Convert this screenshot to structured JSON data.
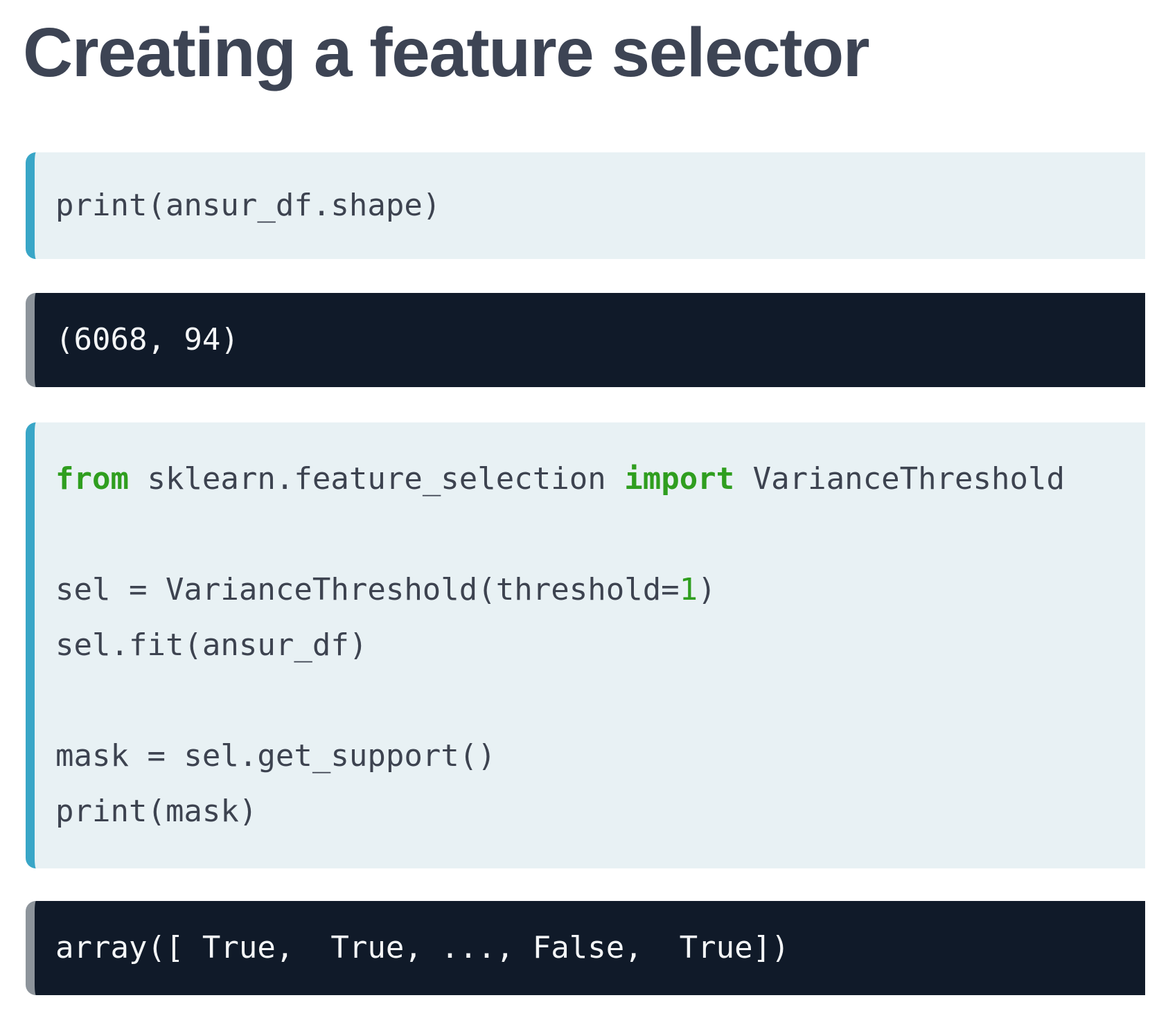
{
  "page": {
    "title": "Creating a feature selector"
  },
  "colors": {
    "title_text": "#3d4454",
    "code_background": "#e8f1f4",
    "code_accent_border": "#39a6c7",
    "code_text": "#3d4350",
    "keyword_green": "#2f9e1f",
    "output_background": "#101a29",
    "output_border": "#8d949b",
    "output_text": "#f4f6f7"
  },
  "code_block_1": {
    "lines": [
      {
        "tokens": [
          {
            "text": "print(ansur_df.shape)",
            "style": "plain"
          }
        ]
      }
    ]
  },
  "output_block_1": {
    "text": "(6068, 94)"
  },
  "code_block_2": {
    "lines": [
      {
        "tokens": [
          {
            "text": "from",
            "style": "keyword"
          },
          {
            "text": " sklearn.feature_selection ",
            "style": "plain"
          },
          {
            "text": "import",
            "style": "keyword"
          },
          {
            "text": " VarianceThreshold",
            "style": "plain"
          }
        ]
      },
      {
        "tokens": []
      },
      {
        "tokens": [
          {
            "text": "sel = VarianceThreshold(threshold=",
            "style": "plain"
          },
          {
            "text": "1",
            "style": "number"
          },
          {
            "text": ")",
            "style": "plain"
          }
        ]
      },
      {
        "tokens": [
          {
            "text": "sel.fit(ansur_df)",
            "style": "plain"
          }
        ]
      },
      {
        "tokens": []
      },
      {
        "tokens": [
          {
            "text": "mask = sel.get_support()",
            "style": "plain"
          }
        ]
      },
      {
        "tokens": [
          {
            "text": "print(mask)",
            "style": "plain"
          }
        ]
      }
    ]
  },
  "output_block_2": {
    "text": "array([ True,  True, ..., False,  True])"
  }
}
